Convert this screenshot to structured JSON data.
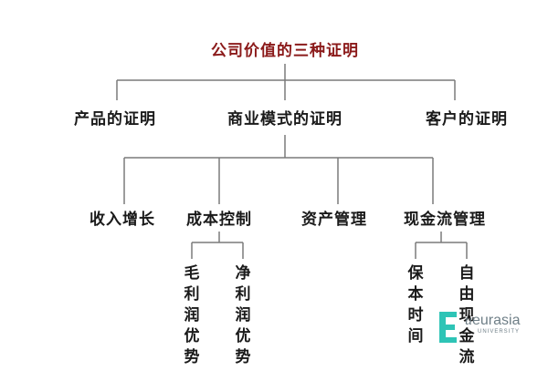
{
  "title": "公司价值的三种证明",
  "level1": {
    "product": "产品的证明",
    "business_model": "商业模式的证明",
    "customer": "客户的证明"
  },
  "level2": {
    "revenue_growth": "收入增长",
    "cost_control": "成本控制",
    "asset_management": "资产管理",
    "cash_flow_management": "现金流管理"
  },
  "level3": {
    "gross_margin": "毛利润优势",
    "net_margin": "净利润优势",
    "capital_duration": "保本时间",
    "free_cash_flow": "自由现金流"
  },
  "watermark": {
    "brand_prefix": "u",
    "brand": "eurasia",
    "sub": "UNIVERSITY",
    "accent_color": "#2ec4b6"
  }
}
